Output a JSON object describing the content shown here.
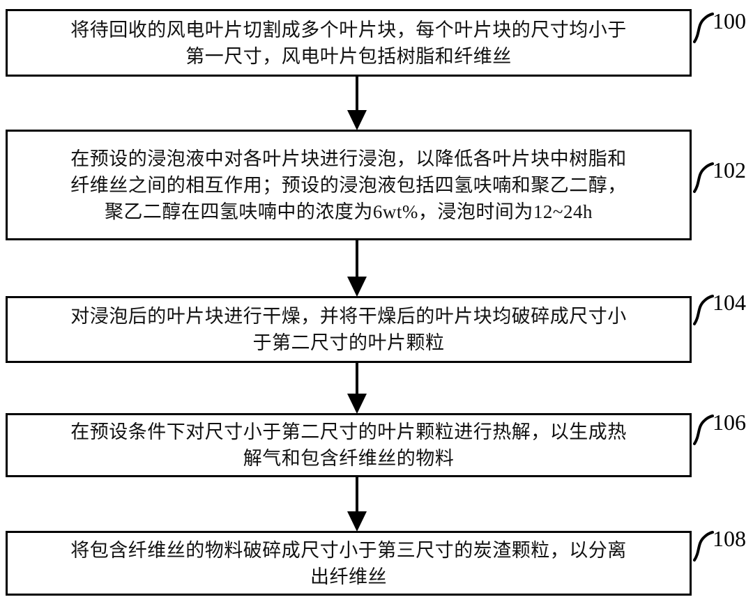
{
  "figure": {
    "type": "patent-process-flowchart",
    "orientation": "vertical",
    "background_color": "#ffffff",
    "line_color": "#000000",
    "text_color": "#111111"
  },
  "steps": [
    {
      "ref": "100",
      "text": "将待回收的风电叶片切割成多个叶片块，每个叶片块的尺寸均小于\n第一尺寸，风电叶片包括树脂和纤维丝"
    },
    {
      "ref": "102",
      "text": "在预设的浸泡液中对各叶片块进行浸泡，以降低各叶片块中树脂和\n纤维丝之间的相互作用；预设的浸泡液包括四氢呋喃和聚乙二醇，\n聚乙二醇在四氢呋喃中的浓度为6wt%，浸泡时间为12~24h"
    },
    {
      "ref": "104",
      "text": "对浸泡后的叶片块进行干燥，并将干燥后的叶片块均破碎成尺寸小\n于第二尺寸的叶片颗粒"
    },
    {
      "ref": "106",
      "text": "在预设条件下对尺寸小于第二尺寸的叶片颗粒进行热解，以生成热\n解气和包含纤维丝的物料"
    },
    {
      "ref": "108",
      "text": "将包含纤维丝的物料破碎成尺寸小于第三尺寸的炭渣颗粒，以分离\n出纤维丝"
    }
  ],
  "connectors": [
    {
      "name": "arrow-100-to-102",
      "from_ref": "100",
      "to_ref": "102"
    },
    {
      "name": "arrow-102-to-104",
      "from_ref": "102",
      "to_ref": "104"
    },
    {
      "name": "arrow-104-to-106",
      "from_ref": "104",
      "to_ref": "106"
    },
    {
      "name": "arrow-106-to-108",
      "from_ref": "106",
      "to_ref": "108"
    }
  ]
}
